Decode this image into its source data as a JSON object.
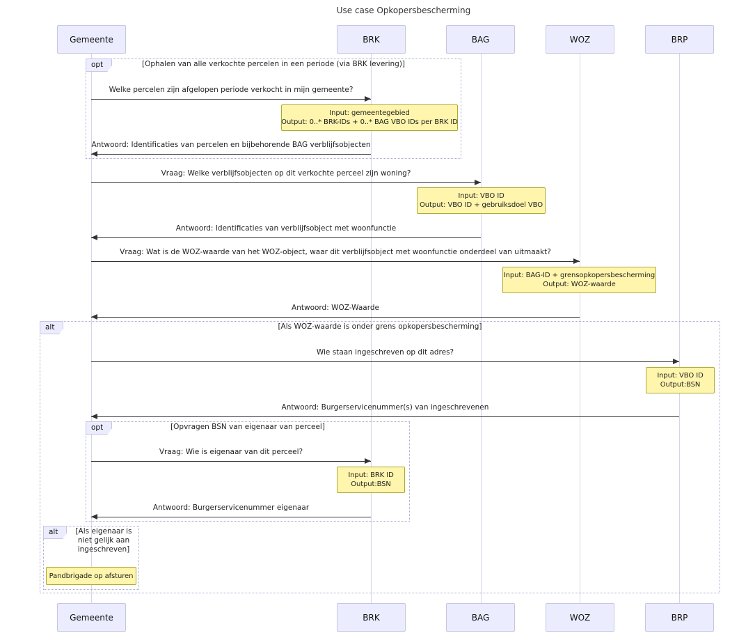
{
  "title": "Use case Opkopersbescherming",
  "participants": [
    {
      "name": "Gemeente"
    },
    {
      "name": "BRK"
    },
    {
      "name": "BAG"
    },
    {
      "name": "WOZ"
    },
    {
      "name": "BRP"
    }
  ],
  "fragments": [
    {
      "type": "opt",
      "condition": "[Ophalen van alle verkochte percelen in een periode (via BRK levering)]"
    },
    {
      "type": "alt",
      "condition": "[Als WOZ-waarde is onder grens opkopersbescherming]"
    },
    {
      "type": "opt",
      "condition": "[Opvragen BSN van eigenaar van perceel]"
    },
    {
      "type": "alt",
      "condition": "[Als eigenaar is niet gelijk aan ingeschreven]"
    }
  ],
  "messages": [
    {
      "from": "Gemeente",
      "to": "BRK",
      "label": "Welke percelen zijn afgelopen periode verkocht in mijn gemeente?"
    },
    {
      "from": "BRK",
      "to": "Gemeente",
      "label": "Antwoord: Identificaties van percelen en bijbehorende BAG verblijfsobjecten"
    },
    {
      "from": "Gemeente",
      "to": "BAG",
      "label": "Vraag: Welke verblijfsobjecten op dit verkochte perceel zijn woning?"
    },
    {
      "from": "BAG",
      "to": "Gemeente",
      "label": "Antwoord: Identificaties van verblijfsobject met woonfunctie"
    },
    {
      "from": "Gemeente",
      "to": "WOZ",
      "label": "Vraag: Wat is de WOZ-waarde van het WOZ-object, waar dit verblijfsobject met woonfunctie onderdeel van uitmaakt?"
    },
    {
      "from": "WOZ",
      "to": "Gemeente",
      "label": "Antwoord: WOZ-Waarde"
    },
    {
      "from": "Gemeente",
      "to": "BRP",
      "label": "Wie staan ingeschreven op dit adres?"
    },
    {
      "from": "BRP",
      "to": "Gemeente",
      "label": "Antwoord: Burgerservicenummer(s) van ingeschrevenen"
    },
    {
      "from": "Gemeente",
      "to": "BRK",
      "label": "Vraag: Wie is eigenaar van dit perceel?"
    },
    {
      "from": "BRK",
      "to": "Gemeente",
      "label": "Antwoord: Burgerservicenummer eigenaar"
    }
  ],
  "notes": [
    {
      "target": "BRK",
      "line1": "Input: gemeentegebied",
      "line2": "Output: 0..* BRK-IDs + 0..* BAG VBO IDs per BRK ID"
    },
    {
      "target": "BAG",
      "line1": "Input: VBO ID",
      "line2": "Output: VBO ID + gebruiksdoel VBO"
    },
    {
      "target": "WOZ",
      "line1": "Input: BAG-ID + grensopkopersbescherming",
      "line2": "Output: WOZ-waarde"
    },
    {
      "target": "BRP",
      "line1": "Input: VBO ID",
      "line2": "Output:BSN"
    },
    {
      "target": "BRK",
      "line1": "Input: BRK ID",
      "line2": "Output:BSN"
    },
    {
      "target": "Gemeente",
      "line1": "Pandbrigade op afsturen",
      "line2": ""
    }
  ],
  "colors": {
    "actor_fill": "#ECECFF",
    "actor_border": "#c6c6e2",
    "note_fill": "#FFF5AD",
    "note_border": "#AAAA33",
    "arrow": "#333333",
    "lifeline": "#d5d5e8",
    "fragment_border": "#a9a9cf"
  }
}
